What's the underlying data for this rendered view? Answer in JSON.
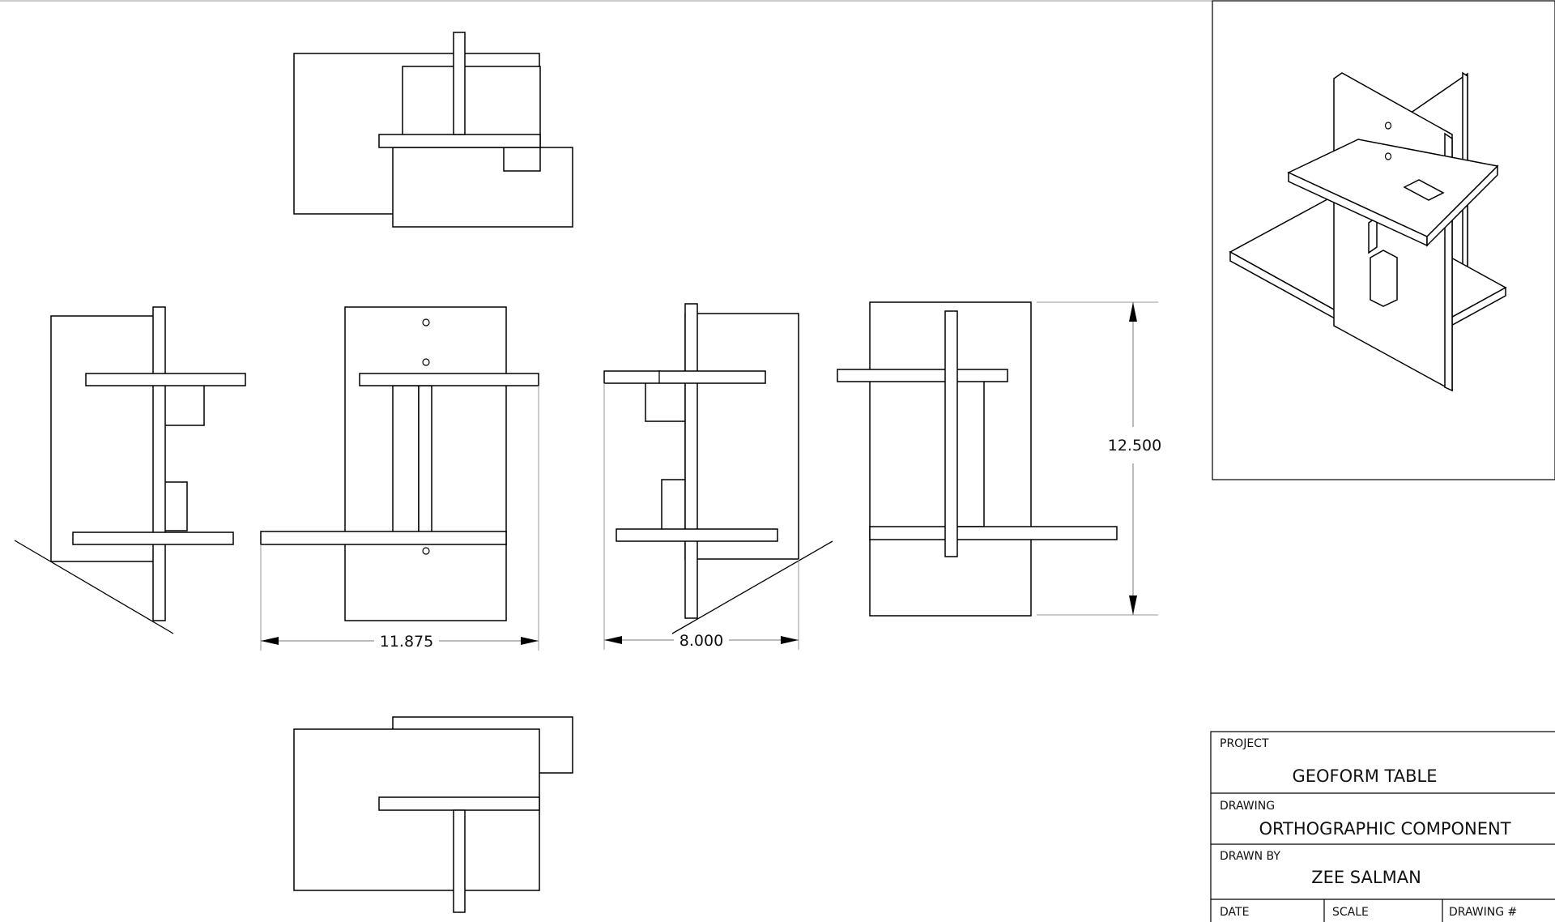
{
  "dimensions": {
    "width_value": "11.875",
    "depth_value": "8.000",
    "height_value": "12.500"
  },
  "title_block": {
    "project_label": "PROJECT",
    "project_value": "GEOFORM TABLE",
    "drawing_label": "DRAWING",
    "drawing_value": "ORTHOGRAPHIC COMPONENT",
    "drawn_by_label": "DRAWN BY",
    "drawn_by_value": "ZEE SALMAN",
    "date_label": "DATE",
    "scale_label": "SCALE",
    "drawing_number_label": "DRAWING #"
  }
}
